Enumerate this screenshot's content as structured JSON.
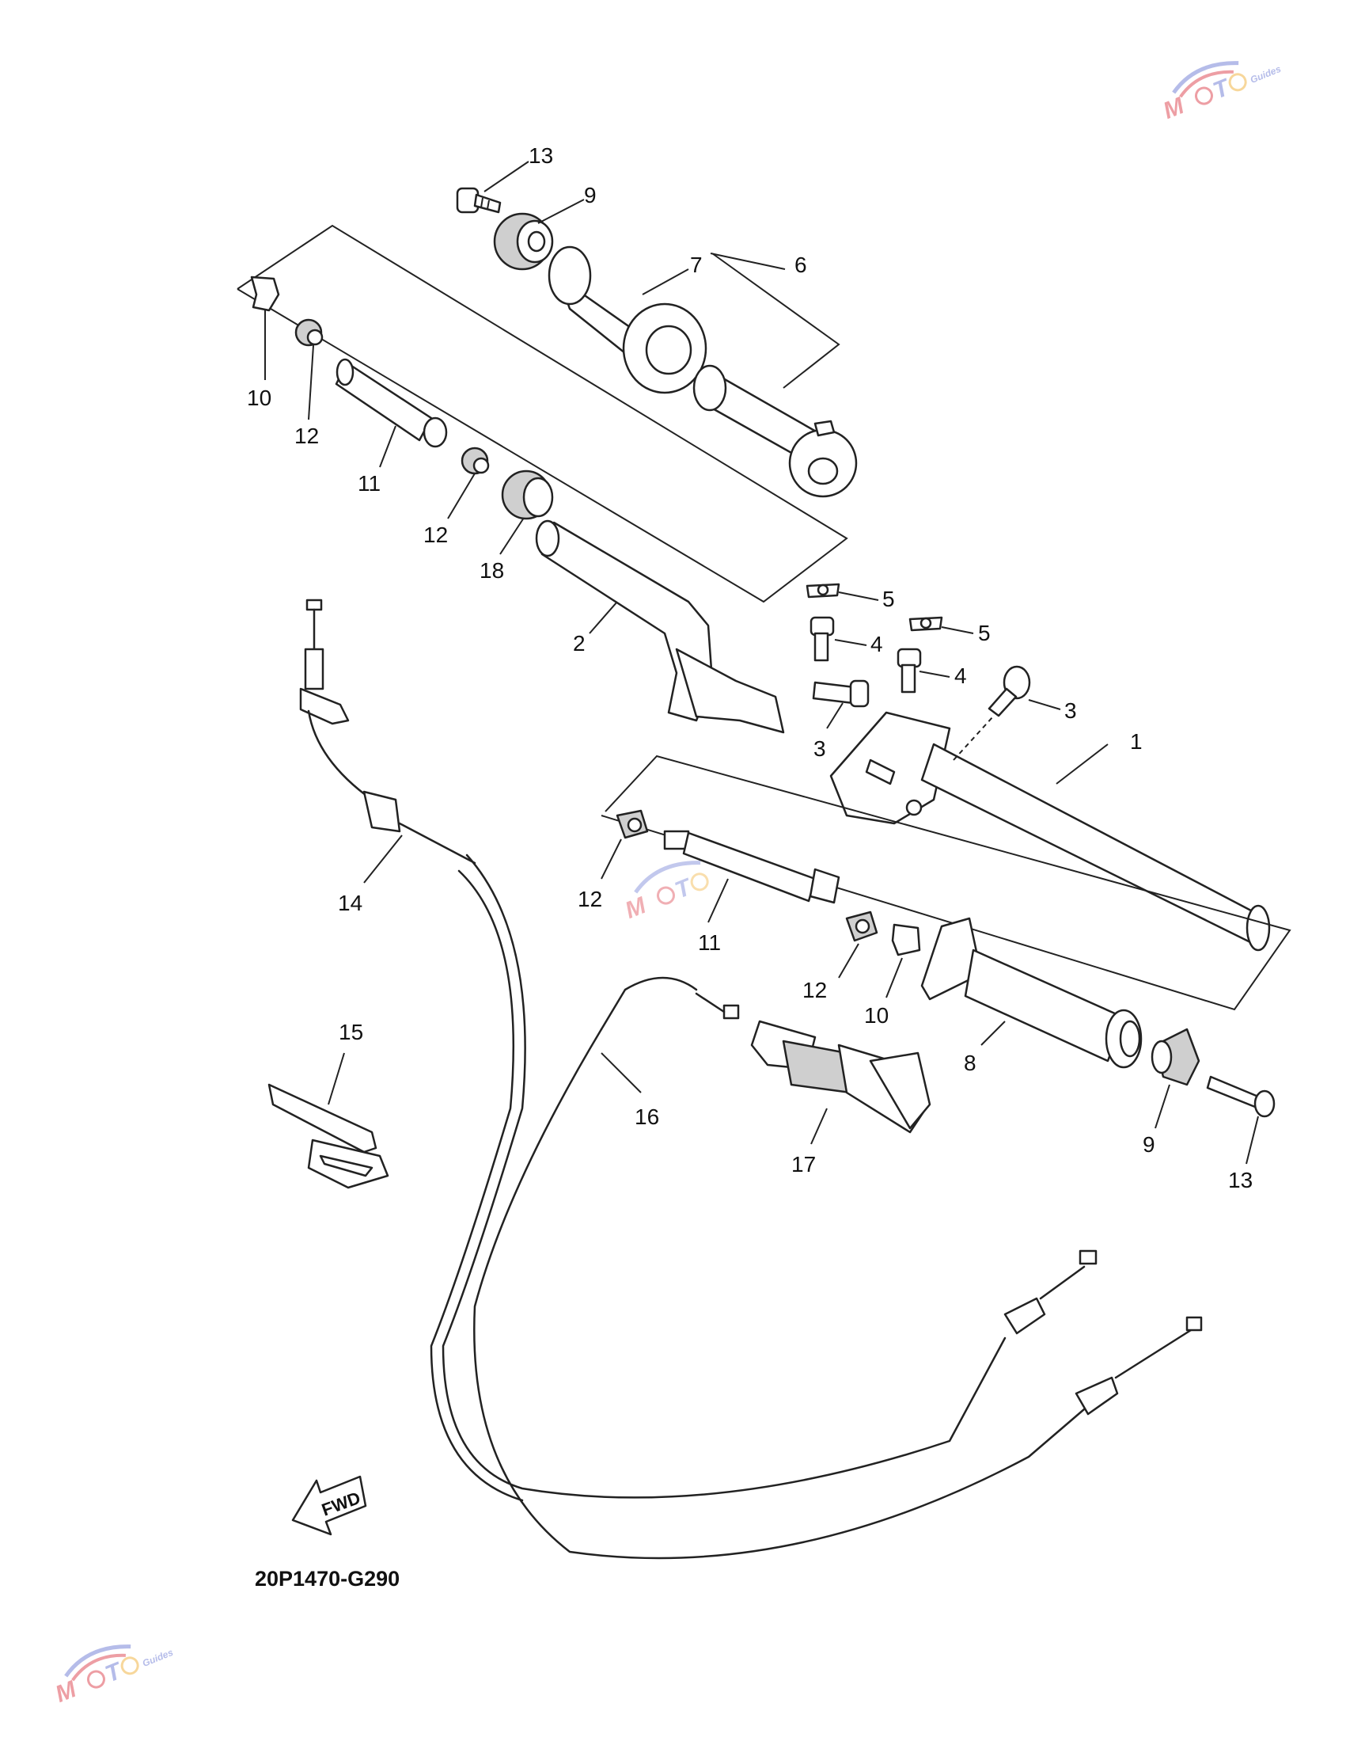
{
  "diagram_code": "20P1470-G290",
  "fwd_label": "FWD",
  "watermark": {
    "text": "MOTO",
    "accent_colors": [
      "#e0505a",
      "#7a86d8",
      "#f2b84b"
    ]
  },
  "callouts": [
    {
      "num": "13"
    },
    {
      "num": "9"
    },
    {
      "num": "7"
    },
    {
      "num": "6"
    },
    {
      "num": "10"
    },
    {
      "num": "12"
    },
    {
      "num": "11"
    },
    {
      "num": "12"
    },
    {
      "num": "18"
    },
    {
      "num": "2"
    },
    {
      "num": "5"
    },
    {
      "num": "4"
    },
    {
      "num": "5"
    },
    {
      "num": "4"
    },
    {
      "num": "3"
    },
    {
      "num": "3"
    },
    {
      "num": "1"
    },
    {
      "num": "14"
    },
    {
      "num": "12"
    },
    {
      "num": "11"
    },
    {
      "num": "12"
    },
    {
      "num": "10"
    },
    {
      "num": "8"
    },
    {
      "num": "9"
    },
    {
      "num": "13"
    },
    {
      "num": "15"
    },
    {
      "num": "16"
    },
    {
      "num": "17"
    }
  ]
}
